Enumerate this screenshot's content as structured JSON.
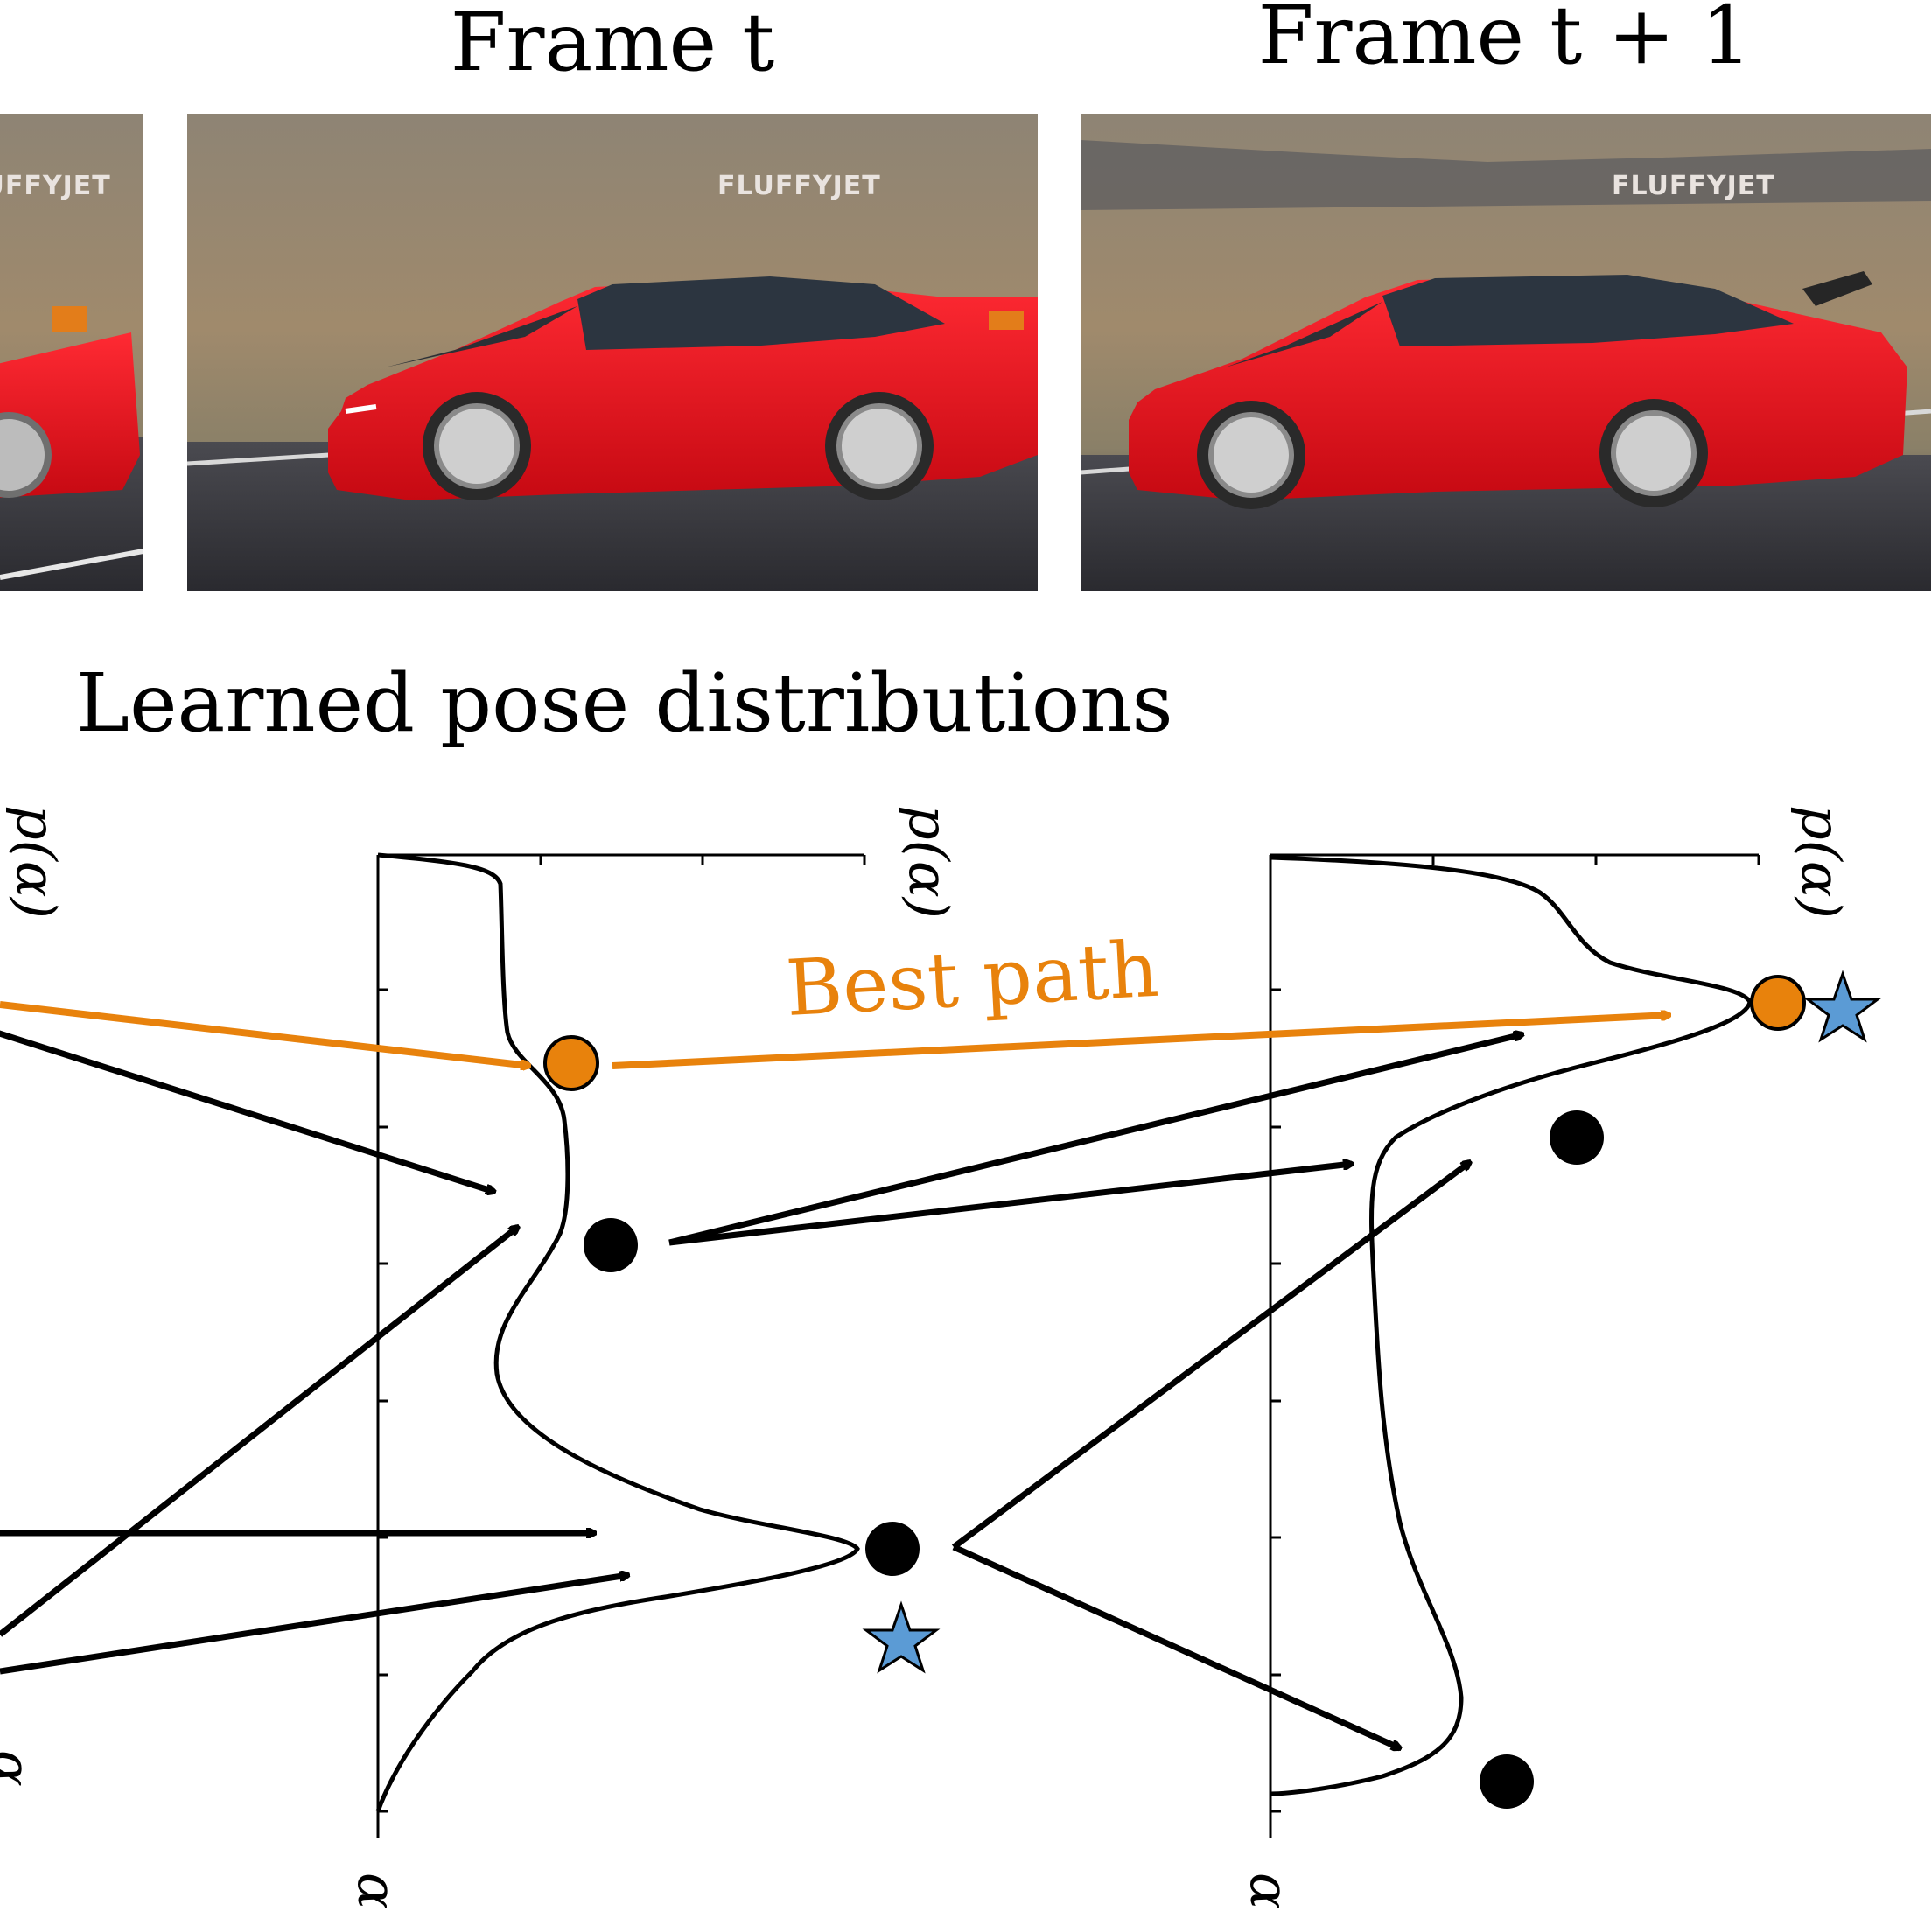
{
  "frames": {
    "current_label": "Frame t",
    "next_label": "Frame t + 1",
    "watermark": "FLUFFYJET"
  },
  "section_title": "Learned pose distributions",
  "axis_labels": {
    "y_label": "p(α)",
    "x_label": "α"
  },
  "best_path_label": "Best path",
  "colors": {
    "best_path": "#e8820c",
    "ground_truth_star": "#5b9bd5",
    "node": "#000000",
    "car_body": "#e8101c",
    "background_field": "#9c8a6f",
    "road": "#3a3a3e"
  },
  "legend_symbols": {
    "orange_circle": "best-path-node",
    "star": "ground-truth-marker",
    "black_circle": "candidate-node"
  }
}
